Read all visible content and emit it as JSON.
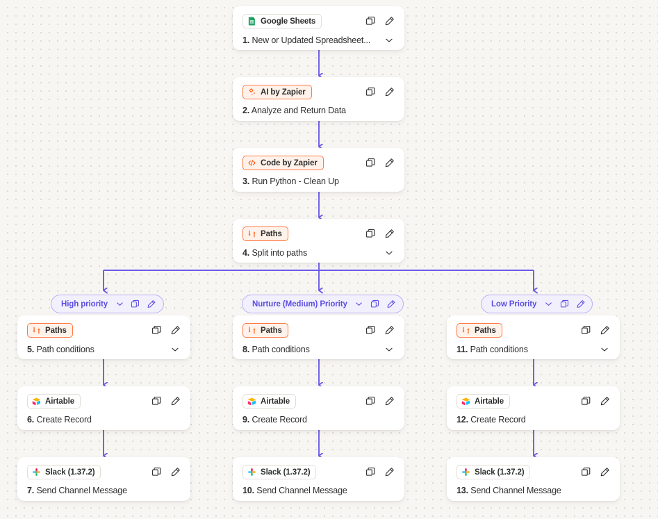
{
  "canvas": {
    "background_color": "#f8f6f3",
    "dot_color": "#d8d4cc",
    "connector_color": "#6b5ce7",
    "accent_orange": "#ff7a45",
    "accent_purple": "#5c4ee0"
  },
  "icons": {
    "copy": "copy-icon",
    "edit": "pencil-edit-icon",
    "chevron": "chevron-down-icon"
  },
  "main_flow": [
    {
      "id": "step-1",
      "app": "Google Sheets",
      "app_icon": "google-sheets-icon",
      "zapier_app": false,
      "number": "1.",
      "title": "New or Updated Spreadsheet...",
      "has_chevron": true
    },
    {
      "id": "step-2",
      "app": "AI by Zapier",
      "app_icon": "ai-by-zapier-icon",
      "zapier_app": true,
      "number": "2.",
      "title": "Analyze and Return Data",
      "has_chevron": false
    },
    {
      "id": "step-3",
      "app": "Code by Zapier",
      "app_icon": "code-by-zapier-icon",
      "zapier_app": true,
      "number": "3.",
      "title": "Run Python - Clean Up",
      "has_chevron": false
    },
    {
      "id": "step-4",
      "app": "Paths",
      "app_icon": "paths-icon",
      "zapier_app": true,
      "number": "4.",
      "title": "Split into paths",
      "has_chevron": true
    }
  ],
  "branches": [
    {
      "id": "branch-high-priority",
      "label": "High priority",
      "steps": [
        {
          "id": "step-5",
          "app": "Paths",
          "app_icon": "paths-icon",
          "zapier_app": true,
          "number": "5.",
          "title": "Path conditions",
          "has_chevron": true
        },
        {
          "id": "step-6",
          "app": "Airtable",
          "app_icon": "airtable-icon",
          "zapier_app": false,
          "number": "6.",
          "title": "Create Record",
          "has_chevron": false
        },
        {
          "id": "step-7",
          "app": "Slack (1.37.2)",
          "app_icon": "slack-icon",
          "zapier_app": false,
          "number": "7.",
          "title": "Send Channel Message",
          "has_chevron": false
        }
      ]
    },
    {
      "id": "branch-nurture-medium-priority",
      "label": "Nurture (Medium) Priority",
      "steps": [
        {
          "id": "step-8",
          "app": "Paths",
          "app_icon": "paths-icon",
          "zapier_app": true,
          "number": "8.",
          "title": "Path conditions",
          "has_chevron": true
        },
        {
          "id": "step-9",
          "app": "Airtable",
          "app_icon": "airtable-icon",
          "zapier_app": false,
          "number": "9.",
          "title": "Create Record",
          "has_chevron": false
        },
        {
          "id": "step-10",
          "app": "Slack (1.37.2)",
          "app_icon": "slack-icon",
          "zapier_app": false,
          "number": "10.",
          "title": "Send Channel Message",
          "has_chevron": false
        }
      ]
    },
    {
      "id": "branch-low-priority",
      "label": "Low Priority",
      "steps": [
        {
          "id": "step-11",
          "app": "Paths",
          "app_icon": "paths-icon",
          "zapier_app": true,
          "number": "11.",
          "title": "Path conditions",
          "has_chevron": true
        },
        {
          "id": "step-12",
          "app": "Airtable",
          "app_icon": "airtable-icon",
          "zapier_app": false,
          "number": "12.",
          "title": "Create Record",
          "has_chevron": false
        },
        {
          "id": "step-13",
          "app": "Slack (1.37.2)",
          "app_icon": "slack-icon",
          "zapier_app": false,
          "number": "13.",
          "title": "Send Channel Message",
          "has_chevron": false
        }
      ]
    }
  ]
}
